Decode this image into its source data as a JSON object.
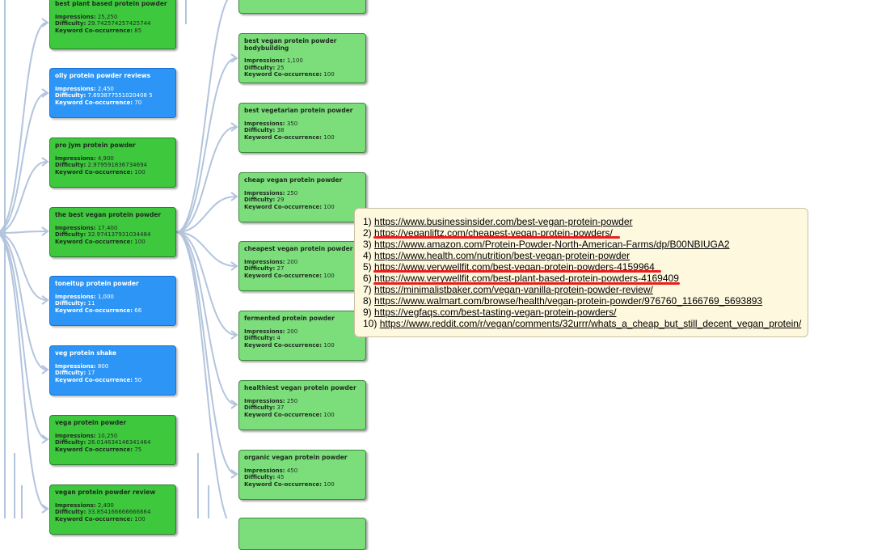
{
  "left_column": [
    {
      "title": "best plant based protein powder",
      "impressions": "25,250",
      "difficulty": "29.742574257425744",
      "cooccurrence": "85",
      "style": "dark"
    },
    {
      "title": "olly protein powder reviews",
      "impressions": "2,450",
      "difficulty": "7.693877551020408 5",
      "cooccurrence": "70",
      "style": "blue"
    },
    {
      "title": "pro jym protein powder",
      "impressions": "4,900",
      "difficulty": "2.979591836734694",
      "cooccurrence": "100",
      "style": "dark"
    },
    {
      "title": "the best vegan protein powder",
      "impressions": "17,400",
      "difficulty": "32.974137931034484",
      "cooccurrence": "100",
      "style": "dark"
    },
    {
      "title": "toneitup protein powder",
      "impressions": "1,000",
      "difficulty": "11",
      "cooccurrence": "66",
      "style": "blue"
    },
    {
      "title": "veg protein shake",
      "impressions": "800",
      "difficulty": "17",
      "cooccurrence": "50",
      "style": "blue"
    },
    {
      "title": "vega protein powder",
      "impressions": "10,250",
      "difficulty": "26.014634146341464",
      "cooccurrence": "75",
      "style": "dark"
    },
    {
      "title": "vegan protein powder review",
      "impressions": "2,400",
      "difficulty": "33.854166666666664",
      "cooccurrence": "100",
      "style": "dark"
    }
  ],
  "right_column": [
    {
      "title": "best vegan protein powder bodybuilding",
      "impressions": "1,100",
      "difficulty": "25",
      "cooccurrence": "100"
    },
    {
      "title": "best vegetarian protein powder",
      "impressions": "350",
      "difficulty": "38",
      "cooccurrence": "100"
    },
    {
      "title": "cheap vegan protein powder",
      "impressions": "250",
      "difficulty": "29",
      "cooccurrence": "100"
    },
    {
      "title": "cheapest vegan protein powder",
      "impressions": "200",
      "difficulty": "27",
      "cooccurrence": "100"
    },
    {
      "title": "fermented protein powder",
      "impressions": "200",
      "difficulty": "4",
      "cooccurrence": "100"
    },
    {
      "title": "healthiest vegan protein powder",
      "impressions": "250",
      "difficulty": "37",
      "cooccurrence": "100"
    },
    {
      "title": "organic vegan protein powder",
      "impressions": "450",
      "difficulty": "45",
      "cooccurrence": "100"
    }
  ],
  "labels": {
    "impressions": "Impressions:",
    "difficulty": "Difficulty:",
    "cooccurrence": "Keyword Co-occurrence:"
  },
  "tooltip": {
    "urls": [
      "https://www.businessinsider.com/best-vegan-protein-powder",
      "https://veganliftz.com/cheapest-vegan-protein-powders/",
      "https://www.amazon.com/Protein-Powder-North-American-Farms/dp/B00NBIUGA2",
      "https://www.health.com/nutrition/best-vegan-protein-powder",
      "https://www.verywellfit.com/best-vegan-protein-powders-4159964",
      "https://www.verywellfit.com/best-plant-based-protein-powders-4169409",
      "https://minimalistbaker.com/vegan-vanilla-protein-powder-review/",
      "https://www.walmart.com/browse/health/vegan-protein-powder/976760_1166769_5693893",
      "https://vegfaqs.com/best-tasting-vegan-protein-powders/",
      "https://www.reddit.com/r/vegan/comments/32urrr/whats_a_cheap_but_still_decent_vegan_protein/"
    ],
    "highlighted": [
      2,
      5,
      6
    ]
  },
  "colors": {
    "dark_node": "#3ec83e",
    "blue_node": "#2c95f5",
    "light_node": "#7bde7b",
    "link": "#b3c4dd",
    "tooltip_bg": "#fef8df",
    "highlight": "#ee1c1c"
  }
}
